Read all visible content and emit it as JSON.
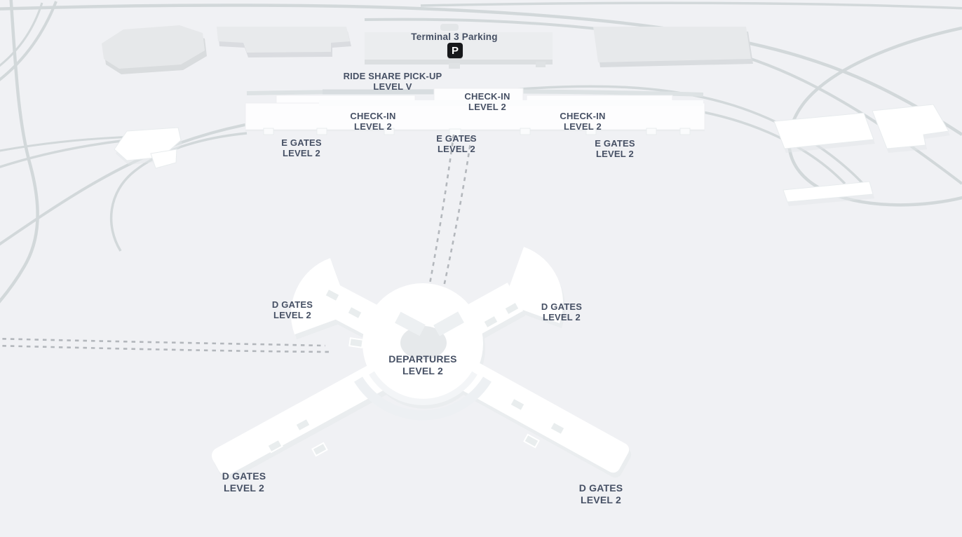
{
  "map": {
    "colors": {
      "background": "#f0f1f4",
      "road": "#d2d8da",
      "building_grey": "#e7e9ea",
      "building_shadow": "#d9dcde",
      "building_white": "#ffffff",
      "label_text": "#465064",
      "tram_dash": "#b3b7bc",
      "parking_marker_bg": "#17181b",
      "parking_marker_fg": "#ffffff"
    },
    "markers": {
      "parking": {
        "icon": "parking-icon",
        "glyph": "P"
      }
    },
    "labels": {
      "terminal3_parking": {
        "line1": "Terminal 3 Parking"
      },
      "ride_share": {
        "line1": "RIDE SHARE PICK-UP",
        "line2": "LEVEL V"
      },
      "checkin_left": {
        "line1": "CHECK-IN",
        "line2": "LEVEL 2"
      },
      "checkin_center": {
        "line1": "CHECK-IN",
        "line2": "LEVEL 2"
      },
      "checkin_right": {
        "line1": "CHECK-IN",
        "line2": "LEVEL 2"
      },
      "egates_left": {
        "line1": "E GATES",
        "line2": "LEVEL 2"
      },
      "egates_center": {
        "line1": "E GATES",
        "line2": "LEVEL 2"
      },
      "egates_right": {
        "line1": "E GATES",
        "line2": "LEVEL 2"
      },
      "dgates_nw": {
        "line1": "D GATES",
        "line2": "LEVEL 2"
      },
      "dgates_ne": {
        "line1": "D GATES",
        "line2": "LEVEL 2"
      },
      "departures": {
        "line1": "DEPARTURES",
        "line2": "LEVEL 2"
      },
      "dgates_sw": {
        "line1": "D GATES",
        "line2": "LEVEL 2"
      },
      "dgates_se": {
        "line1": "D GATES",
        "line2": "LEVEL 2"
      }
    }
  }
}
